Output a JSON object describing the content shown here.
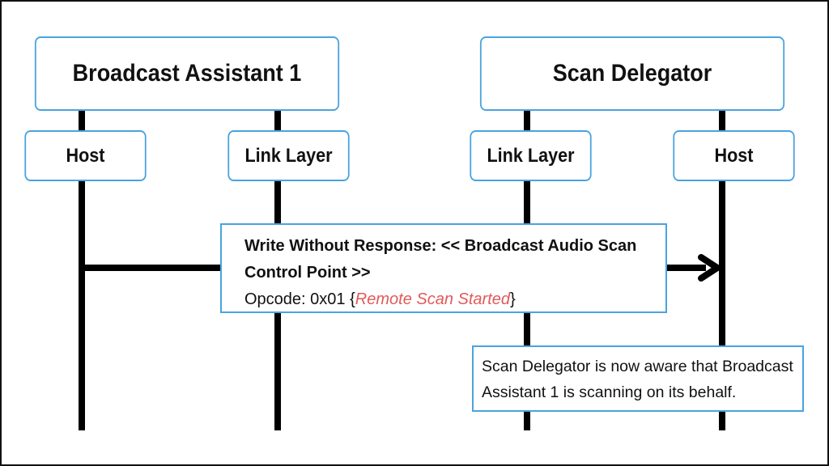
{
  "devices": {
    "left": {
      "title": "Broadcast Assistant 1"
    },
    "right": {
      "title": "Scan Delegator"
    }
  },
  "layers": {
    "left_host": "Host",
    "left_link": "Link Layer",
    "right_link": "Link Layer",
    "right_host": "Host"
  },
  "message": {
    "line1": "Write Without Response: << Broadcast Audio Scan",
    "line2": "Control Point >>",
    "opcode_prefix": "Opcode: 0x01 {",
    "opcode_value": "Remote Scan Started",
    "opcode_suffix": "}",
    "from": "Broadcast Assistant 1 Host",
    "to": "Scan Delegator Host"
  },
  "note": {
    "line1": "Scan Delegator is now aware that Broadcast",
    "line2": "Assistant 1 is scanning on its behalf."
  },
  "colors": {
    "box_border": "#4aa3df",
    "highlight_text": "#e05a5a",
    "lifeline": "#000000"
  }
}
